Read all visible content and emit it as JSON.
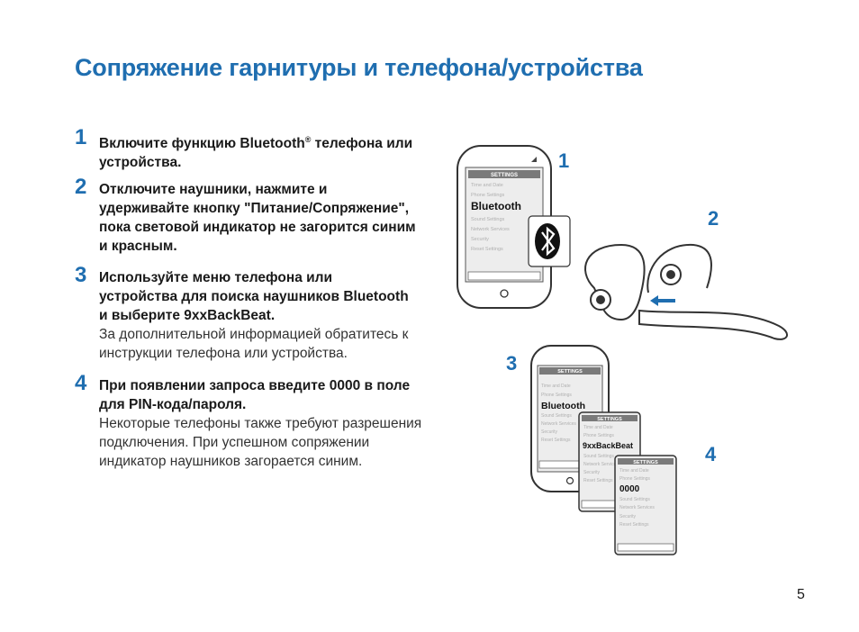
{
  "title": "Сопряжение гарнитуры и телефона/устройства",
  "steps": [
    {
      "num": "1",
      "bold": "Включите функцию Bluetooth",
      "sup": "®",
      "bold_after": " телефона или устройства.",
      "normal": ""
    },
    {
      "num": "2",
      "bold": "Отключите наушники, нажмите и удерживайте кнопку \"Питание/Сопряжение\", пока световой индикатор не загорится синим и красным.",
      "normal": ""
    },
    {
      "num": "3",
      "bold": "Используйте меню телефона или устройства для поиска наушников Bluetooth и выберите 9xxBackBeat.",
      "normal": "За дополнительной информацией обратитесь к инструкции телефона или устройства."
    },
    {
      "num": "4",
      "bold": "При появлении запроса введите 0000 в поле для PIN-кода/пароля.",
      "normal": "Некоторые телефоны также требуют разрешения подключения. При успешном сопряжении индикатор наушников загорается синим."
    }
  ],
  "figure": {
    "labels": [
      "1",
      "2",
      "3",
      "4"
    ],
    "menu_header": "SETTINGS",
    "menu_items": [
      "Time and Date",
      "Phone Settings",
      "Sound Settings",
      "Network Services",
      "Security",
      "Reset Settings"
    ],
    "highlight_1": "Bluetooth",
    "highlight_2": "9xxBackBeat",
    "highlight_3": "0000"
  },
  "page_number": "5"
}
